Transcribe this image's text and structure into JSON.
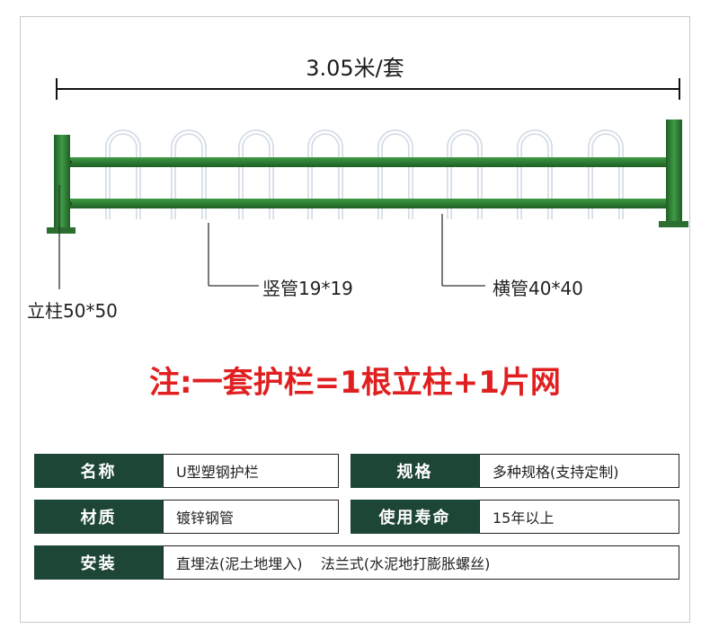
{
  "dimension": {
    "length_label": "3.05米/套"
  },
  "callouts": {
    "post": "立柱50*50",
    "vertical_tube": "竖管19*19",
    "horizontal_tube": "横管40*40"
  },
  "note": "注:一套护栏=1根立柱+1片网",
  "colors": {
    "fence_green": "#2e7d32",
    "header_bg": "#1e4637",
    "note_red": "#e02020"
  },
  "specs": {
    "name_label": "名称",
    "name_value": "U型塑钢护栏",
    "spec_label": "规格",
    "spec_value": "多种规格(支持定制)",
    "material_label": "材质",
    "material_value": "镀锌钢管",
    "life_label": "使用寿命",
    "life_value": "15年以上",
    "install_label": "安装",
    "install_value": "直埋法(泥土地埋入)    法兰式(水泥地打膨胀螺丝)"
  }
}
